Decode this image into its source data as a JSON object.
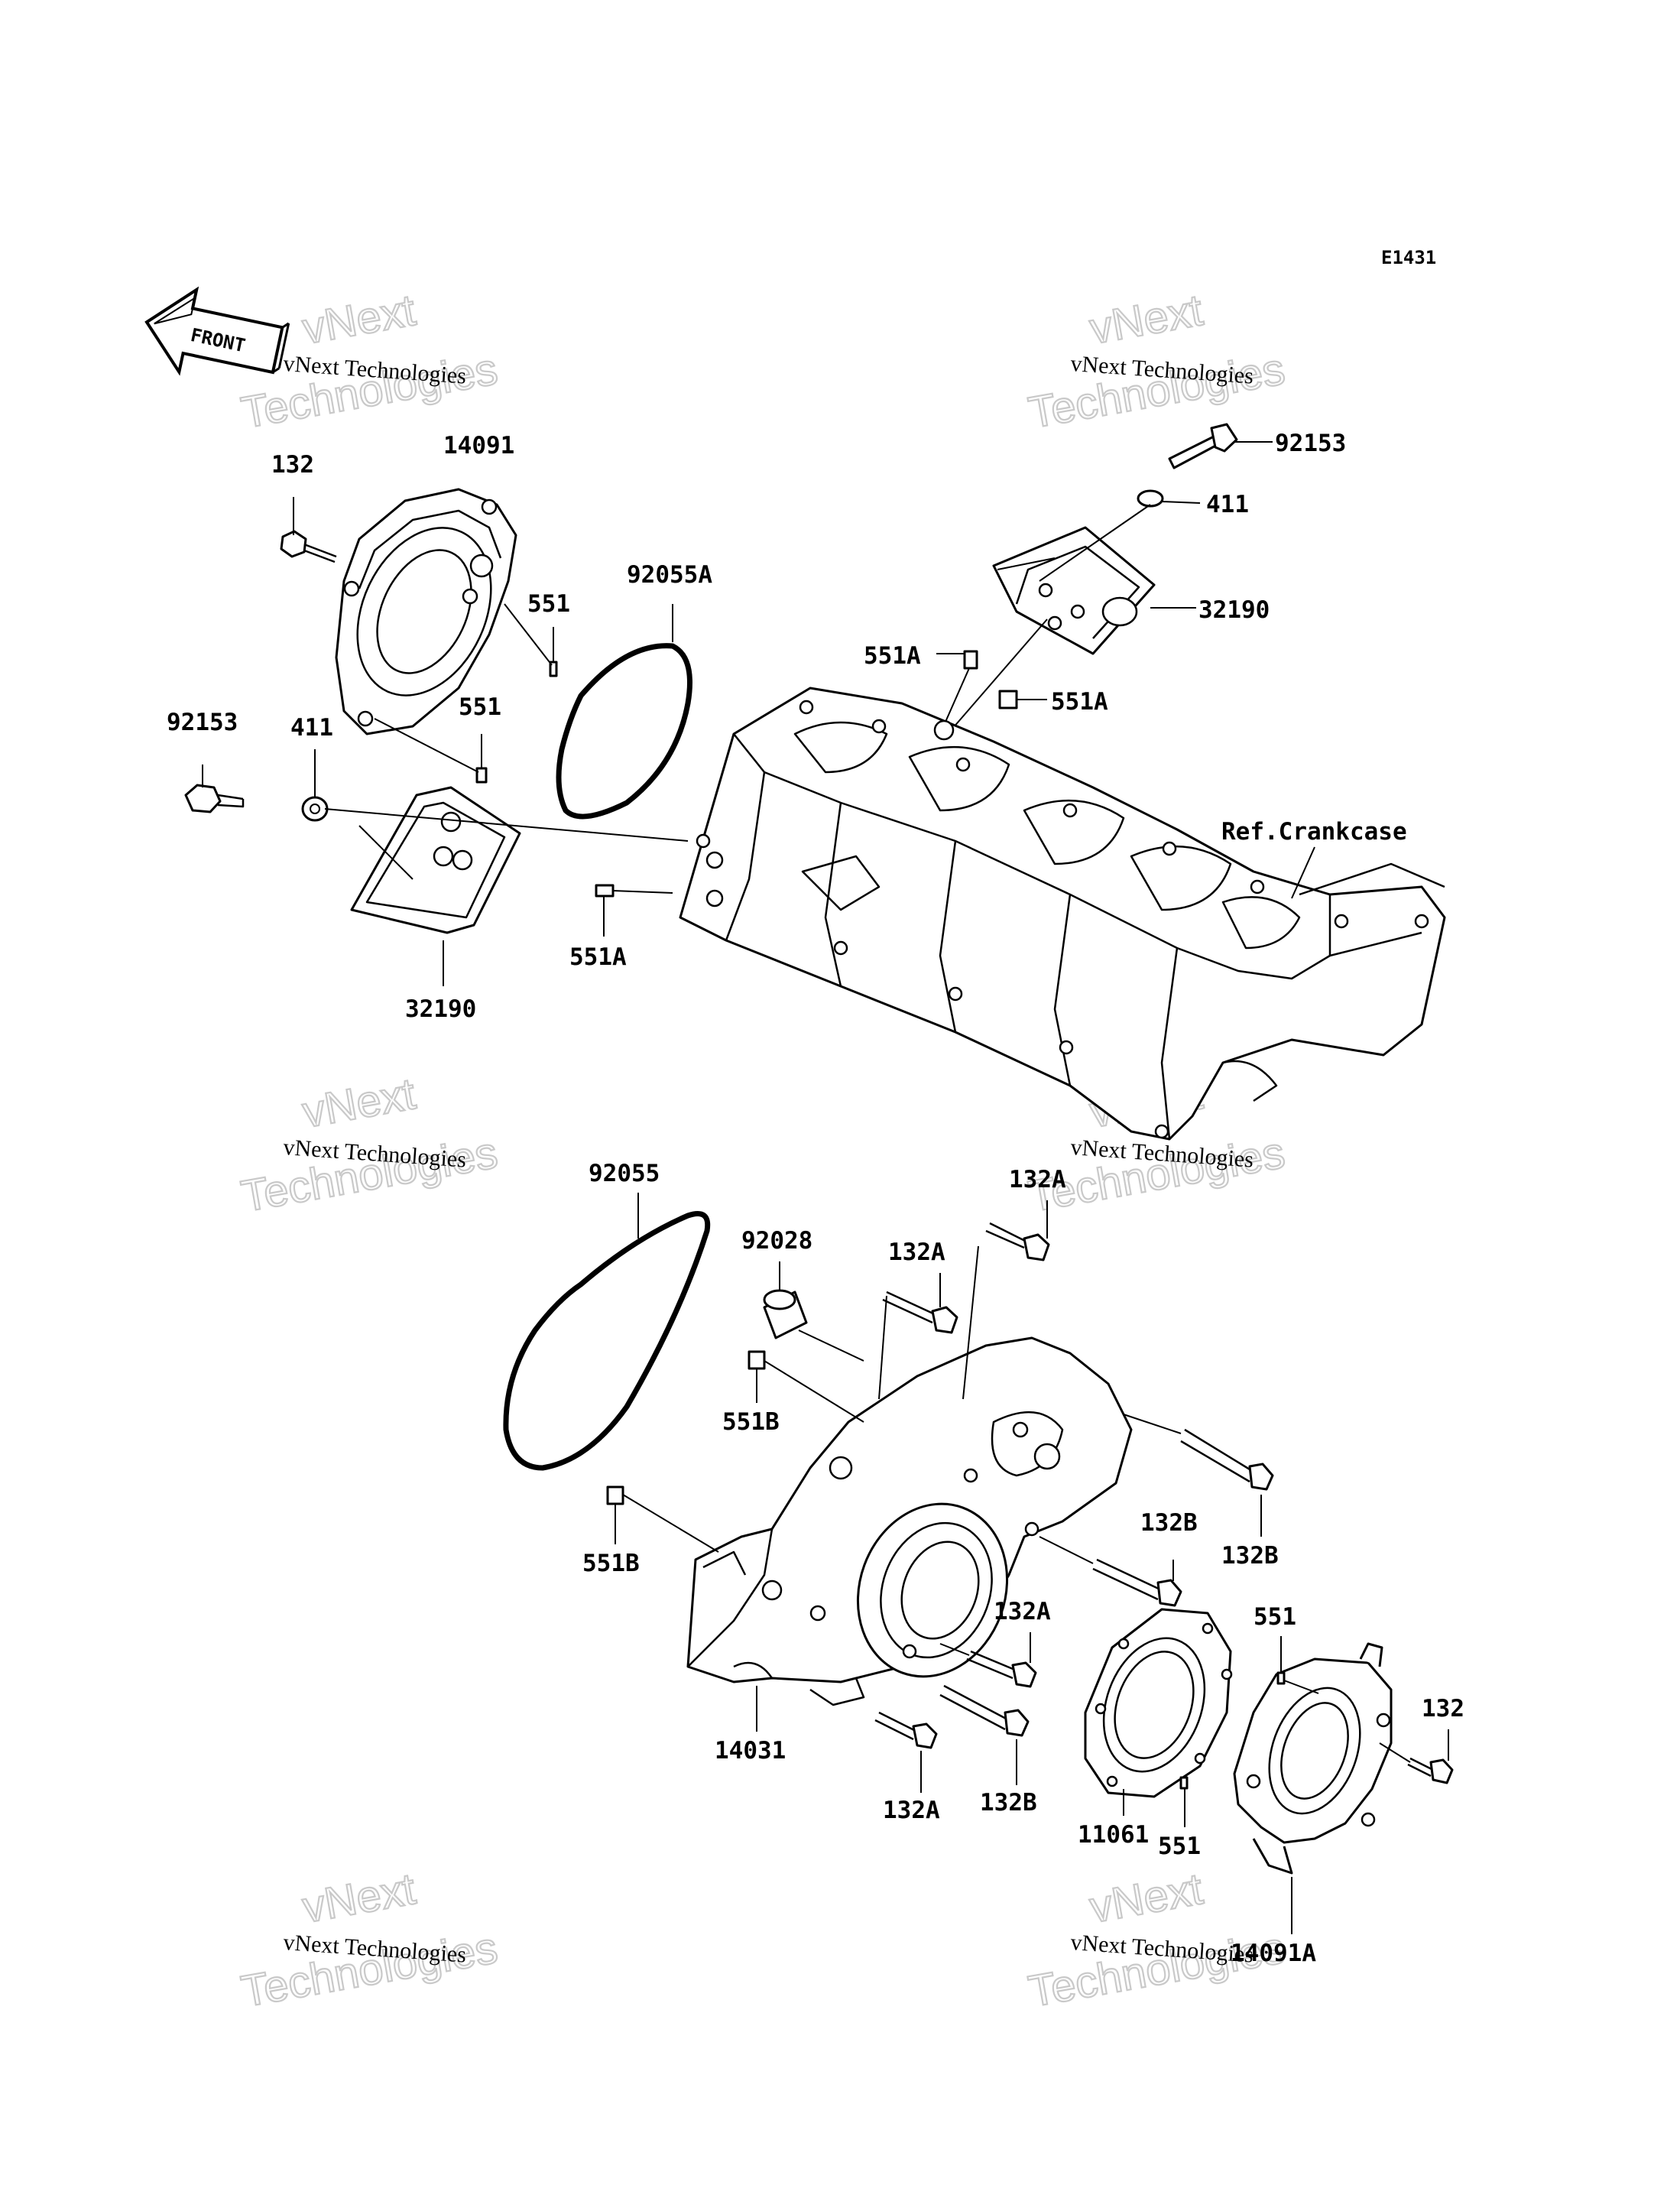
{
  "diagram_code": "E1431",
  "front_arrow_label": "FRONT",
  "reference_label": "Ref.Crankcase",
  "watermark": {
    "line1": "vNext Technologies",
    "line2": "Technologies",
    "line3": "vNext"
  },
  "callouts": [
    {
      "id": "c-132-tl",
      "text": "132"
    },
    {
      "id": "c-14091",
      "text": "14091"
    },
    {
      "id": "c-92055A",
      "text": "92055A"
    },
    {
      "id": "c-551-a",
      "text": "551"
    },
    {
      "id": "c-551-b",
      "text": "551"
    },
    {
      "id": "c-92153-l",
      "text": "92153"
    },
    {
      "id": "c-411-l",
      "text": "411"
    },
    {
      "id": "c-32190-l",
      "text": "32190"
    },
    {
      "id": "c-551A-l",
      "text": "551A"
    },
    {
      "id": "c-92153-r",
      "text": "92153"
    },
    {
      "id": "c-411-r",
      "text": "411"
    },
    {
      "id": "c-32190-r",
      "text": "32190"
    },
    {
      "id": "c-551A-t",
      "text": "551A"
    },
    {
      "id": "c-551A-r",
      "text": "551A"
    },
    {
      "id": "c-92055",
      "text": "92055"
    },
    {
      "id": "c-132A-1",
      "text": "132A"
    },
    {
      "id": "c-92028",
      "text": "92028"
    },
    {
      "id": "c-132A-2",
      "text": "132A"
    },
    {
      "id": "c-551B-1",
      "text": "551B"
    },
    {
      "id": "c-551B-2",
      "text": "551B"
    },
    {
      "id": "c-132B-1",
      "text": "132B"
    },
    {
      "id": "c-132B-2",
      "text": "132B"
    },
    {
      "id": "c-132A-3",
      "text": "132A"
    },
    {
      "id": "c-14031",
      "text": "14031"
    },
    {
      "id": "c-132A-4",
      "text": "132A"
    },
    {
      "id": "c-132B-3",
      "text": "132B"
    },
    {
      "id": "c-551-c",
      "text": "551"
    },
    {
      "id": "c-132-br",
      "text": "132"
    },
    {
      "id": "c-11061",
      "text": "11061"
    },
    {
      "id": "c-551-d",
      "text": "551"
    },
    {
      "id": "c-14091A",
      "text": "14091A"
    }
  ]
}
